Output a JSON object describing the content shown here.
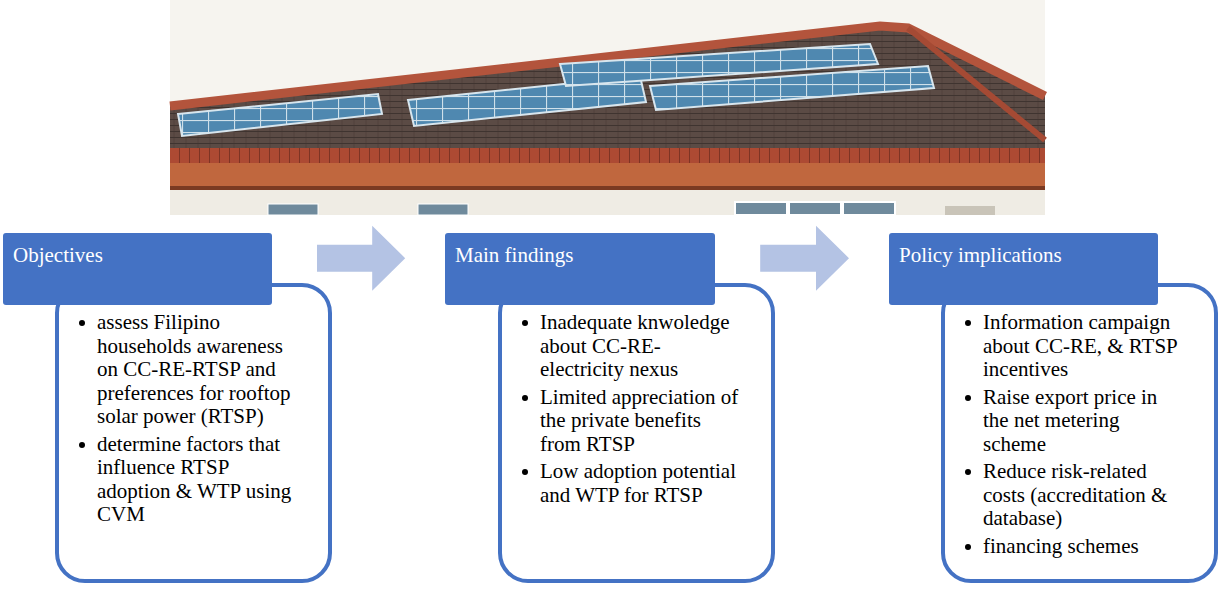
{
  "diagram": {
    "nodes": [
      {
        "text": [
          "Objectives"
        ]
      },
      {
        "text": [
          "assess Filipino households awareness on CC-RE-RTSP and preferences for rooftop solar power (RTSP)",
          "determine factors that influence RTSP adoption & WTP using CVM"
        ]
      },
      {
        "text": [
          "Main findings"
        ]
      },
      {
        "text": [
          "Inadequate knwoledge about CC-RE-electricity nexus",
          "Limited appreciation of the private benefits from RTSP",
          "Low adoption potential and WTP for RTSP"
        ]
      },
      {
        "text": [
          "Policy implications"
        ]
      },
      {
        "text": [
          "Information campaign about CC-RE, & RTSP incentives",
          "Raise export price in the net metering scheme",
          "Reduce risk-related costs (accreditation & database)",
          "financing schemes"
        ]
      }
    ],
    "edges": [
      {
        "from": 0,
        "to": 2,
        "arrow": "to"
      },
      {
        "from": 2,
        "to": 4,
        "arrow": "to"
      }
    ]
  }
}
